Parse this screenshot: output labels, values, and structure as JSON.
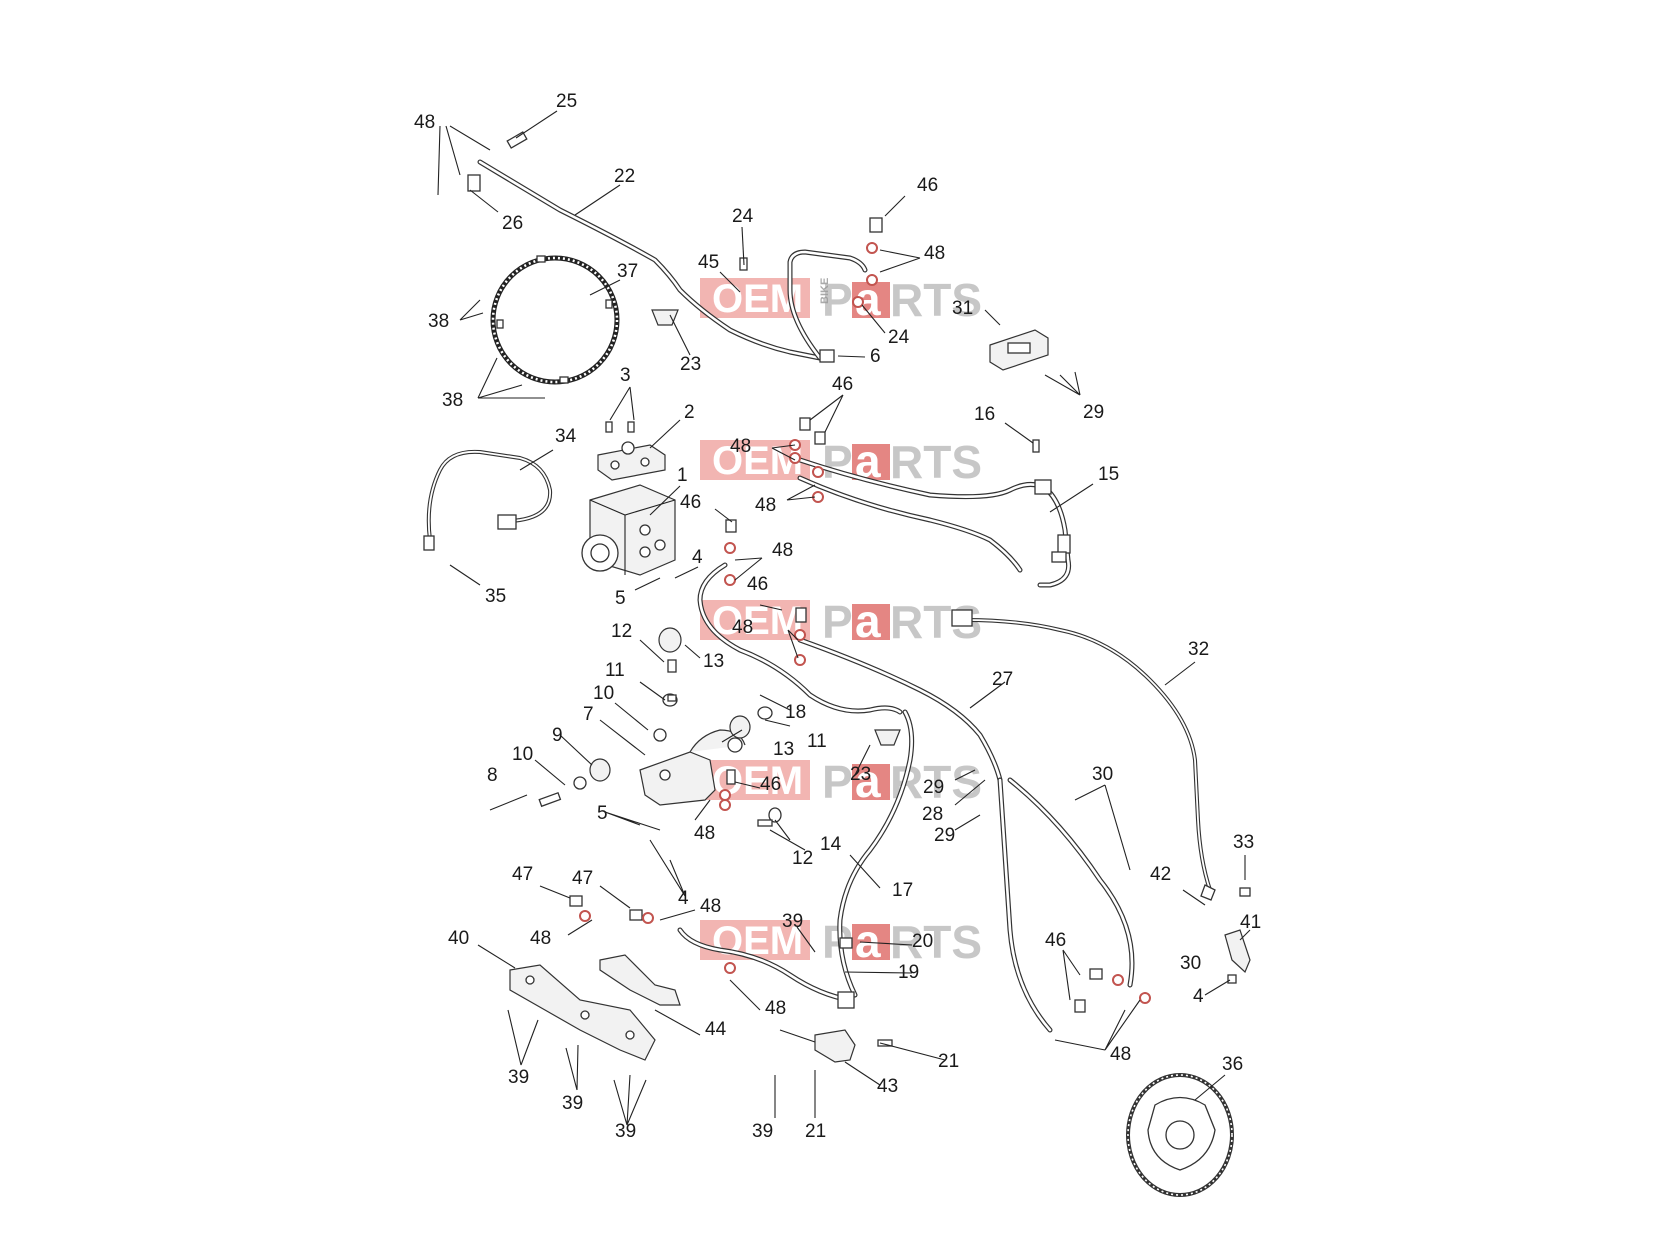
{
  "diagram": {
    "watermark": {
      "oem": "OEM",
      "bike": "BIKE",
      "p": "P",
      "a": "a",
      "rts": "RTS"
    },
    "callouts": [
      {
        "id": "c48a",
        "text": "48"
      },
      {
        "id": "c25",
        "text": "25"
      },
      {
        "id": "c22",
        "text": "22"
      },
      {
        "id": "c26",
        "text": "26"
      },
      {
        "id": "c46a",
        "text": "46"
      },
      {
        "id": "c24a",
        "text": "24"
      },
      {
        "id": "c45",
        "text": "45"
      },
      {
        "id": "c48b",
        "text": "48"
      },
      {
        "id": "c37",
        "text": "37"
      },
      {
        "id": "c38a",
        "text": "38"
      },
      {
        "id": "c31",
        "text": "31"
      },
      {
        "id": "c24b",
        "text": "24"
      },
      {
        "id": "c23a",
        "text": "23"
      },
      {
        "id": "c6",
        "text": "6"
      },
      {
        "id": "c38b",
        "text": "38"
      },
      {
        "id": "c3",
        "text": "3"
      },
      {
        "id": "c46b",
        "text": "46"
      },
      {
        "id": "c29a",
        "text": "29"
      },
      {
        "id": "c2",
        "text": "2"
      },
      {
        "id": "c16",
        "text": "16"
      },
      {
        "id": "c34",
        "text": "34"
      },
      {
        "id": "c48c",
        "text": "48"
      },
      {
        "id": "c15",
        "text": "15"
      },
      {
        "id": "c1",
        "text": "1"
      },
      {
        "id": "c48d",
        "text": "48"
      },
      {
        "id": "c46c",
        "text": "46"
      },
      {
        "id": "c4a",
        "text": "4"
      },
      {
        "id": "c48e",
        "text": "48"
      },
      {
        "id": "c5a",
        "text": "5"
      },
      {
        "id": "c35",
        "text": "35"
      },
      {
        "id": "c46d",
        "text": "46"
      },
      {
        "id": "c12a",
        "text": "12"
      },
      {
        "id": "c48f",
        "text": "48"
      },
      {
        "id": "c32",
        "text": "32"
      },
      {
        "id": "c13a",
        "text": "13"
      },
      {
        "id": "c11a",
        "text": "11"
      },
      {
        "id": "c27",
        "text": "27"
      },
      {
        "id": "c10a",
        "text": "10"
      },
      {
        "id": "c18",
        "text": "18"
      },
      {
        "id": "c7",
        "text": "7"
      },
      {
        "id": "c11b",
        "text": "11"
      },
      {
        "id": "c9",
        "text": "9"
      },
      {
        "id": "c13b",
        "text": "13"
      },
      {
        "id": "c10b",
        "text": "10"
      },
      {
        "id": "c23b",
        "text": "23"
      },
      {
        "id": "c30a",
        "text": "30"
      },
      {
        "id": "c46e",
        "text": "46"
      },
      {
        "id": "c29b",
        "text": "29"
      },
      {
        "id": "c8",
        "text": "8"
      },
      {
        "id": "c28",
        "text": "28"
      },
      {
        "id": "c5b",
        "text": "5"
      },
      {
        "id": "c48g",
        "text": "48"
      },
      {
        "id": "c29c",
        "text": "29"
      },
      {
        "id": "c14",
        "text": "14"
      },
      {
        "id": "c12b",
        "text": "12"
      },
      {
        "id": "c33",
        "text": "33"
      },
      {
        "id": "c17",
        "text": "17"
      },
      {
        "id": "c4b",
        "text": "4"
      },
      {
        "id": "c47a",
        "text": "47"
      },
      {
        "id": "c47b",
        "text": "47"
      },
      {
        "id": "c48h",
        "text": "48"
      },
      {
        "id": "c42",
        "text": "42"
      },
      {
        "id": "c48i",
        "text": "48"
      },
      {
        "id": "c39a",
        "text": "39"
      },
      {
        "id": "c41",
        "text": "41"
      },
      {
        "id": "c40",
        "text": "40"
      },
      {
        "id": "c20",
        "text": "20"
      },
      {
        "id": "c46f",
        "text": "46"
      },
      {
        "id": "c30b",
        "text": "30"
      },
      {
        "id": "c19",
        "text": "19"
      },
      {
        "id": "c4c",
        "text": "4"
      },
      {
        "id": "c48j",
        "text": "48"
      },
      {
        "id": "c44",
        "text": "44"
      },
      {
        "id": "c21a",
        "text": "21"
      },
      {
        "id": "c48k",
        "text": "48"
      },
      {
        "id": "c39b",
        "text": "39"
      },
      {
        "id": "c43",
        "text": "43"
      },
      {
        "id": "c36",
        "text": "36"
      },
      {
        "id": "c39c",
        "text": "39"
      },
      {
        "id": "c39d",
        "text": "39"
      },
      {
        "id": "c39e",
        "text": "39"
      },
      {
        "id": "c21b",
        "text": "21"
      }
    ]
  }
}
